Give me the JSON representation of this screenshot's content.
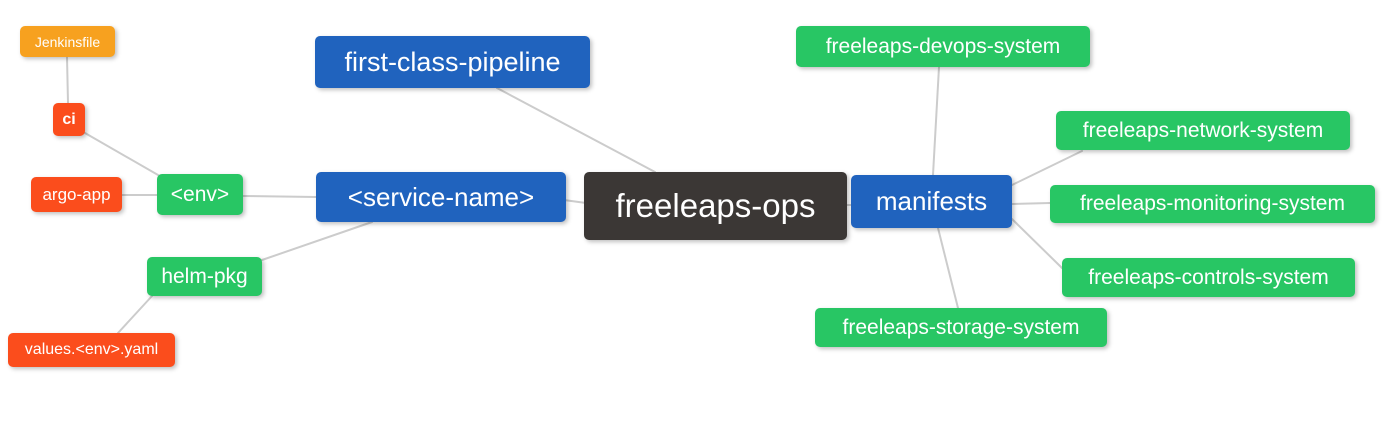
{
  "palette": {
    "root_dark": "#3b3735",
    "branch_blue": "#2063be",
    "sub_green": "#28c664",
    "leaf_red": "#fb4d1c",
    "leaf_orange": "#f7a11f",
    "edge_line": "#cccccc",
    "node_text": "#ffffff",
    "background": "#ffffff"
  },
  "nodes": {
    "freeleaps_ops": {
      "label": "freeleaps-ops",
      "color": "#3b3735"
    },
    "first_class_pipeline": {
      "label": "first-class-pipeline",
      "color": "#2063be"
    },
    "service_name": {
      "label": "<service-name>",
      "color": "#2063be"
    },
    "manifests": {
      "label": "manifests",
      "color": "#2063be"
    },
    "env": {
      "label": "<env>",
      "color": "#28c664"
    },
    "helm_pkg": {
      "label": "helm-pkg",
      "color": "#28c664"
    },
    "ci": {
      "label": "ci",
      "color": "#fb4d1c"
    },
    "argo_app": {
      "label": "argo-app",
      "color": "#fb4d1c"
    },
    "values_env_yaml": {
      "label": "values.<env>.yaml",
      "color": "#fb4d1c"
    },
    "jenkinsfile": {
      "label": "Jenkinsfile",
      "color": "#f7a11f"
    },
    "devops_system": {
      "label": "freeleaps-devops-system",
      "color": "#28c664"
    },
    "network_system": {
      "label": "freeleaps-network-system",
      "color": "#28c664"
    },
    "monitoring_system": {
      "label": "freeleaps-monitoring-system",
      "color": "#28c664"
    },
    "controls_system": {
      "label": "freeleaps-controls-system",
      "color": "#28c664"
    },
    "storage_system": {
      "label": "freeleaps-storage-system",
      "color": "#28c664"
    }
  },
  "edges": [
    {
      "from": "jenkinsfile",
      "to": "ci"
    },
    {
      "from": "ci",
      "to": "env"
    },
    {
      "from": "argo_app",
      "to": "env"
    },
    {
      "from": "env",
      "to": "service_name"
    },
    {
      "from": "helm_pkg",
      "to": "service_name"
    },
    {
      "from": "values_env_yaml",
      "to": "helm_pkg"
    },
    {
      "from": "service_name",
      "to": "freeleaps_ops"
    },
    {
      "from": "first_class_pipeline",
      "to": "freeleaps_ops"
    },
    {
      "from": "freeleaps_ops",
      "to": "manifests"
    },
    {
      "from": "manifests",
      "to": "devops_system"
    },
    {
      "from": "manifests",
      "to": "network_system"
    },
    {
      "from": "manifests",
      "to": "monitoring_system"
    },
    {
      "from": "manifests",
      "to": "controls_system"
    },
    {
      "from": "manifests",
      "to": "storage_system"
    }
  ]
}
